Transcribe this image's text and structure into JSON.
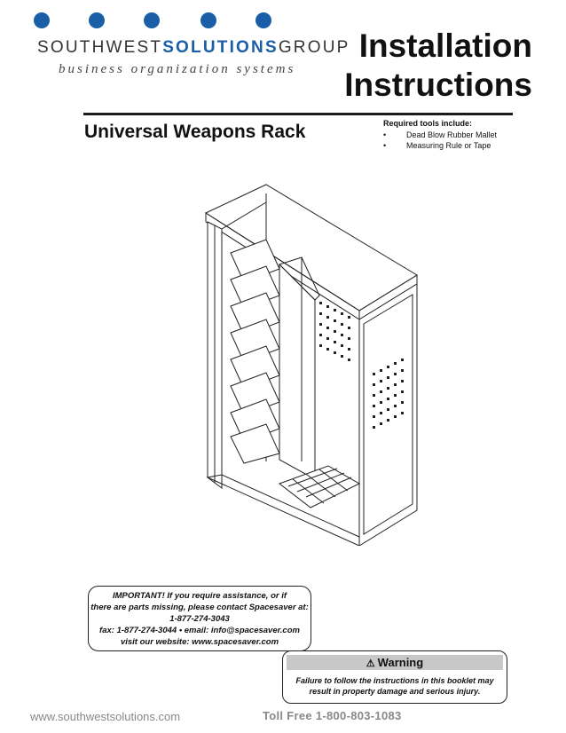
{
  "header": {
    "brand": {
      "part1": "SOUTHWEST",
      "part2": "SOLUTIONS",
      "part3": "GROUP"
    },
    "tagline": "business organization systems",
    "title_line1": "Installation",
    "title_line2": "Instructions"
  },
  "product": {
    "name": "Universal Weapons Rack"
  },
  "tools": {
    "heading": "Required tools include:",
    "items": [
      "Dead Blow Rubber Mallet",
      "Measuring Rule or Tape"
    ]
  },
  "important": {
    "lines": [
      "IMPORTANT! If you require assistance, or if",
      "there are parts missing,  please contact Spacesaver at:",
      "1-877-274-3043",
      "fax: 1-877-274-3044 • email: info@spacesaver.com",
      "visit our website: www.spacesaver.com"
    ]
  },
  "warning": {
    "title": "Warning",
    "lines": [
      "Failure to follow the instructions in this booklet may",
      "result in property damage and serious injury."
    ]
  },
  "footer": {
    "website": "www.southwestsolutions.com",
    "tollfree": "Toll Free 1-800-803-1083"
  },
  "colors": {
    "brand_blue": "#1a5ea8",
    "footer_gray": "#888888",
    "warning_bar": "#c8c8c8"
  },
  "icons": {
    "warning": "warning-triangle-icon"
  }
}
